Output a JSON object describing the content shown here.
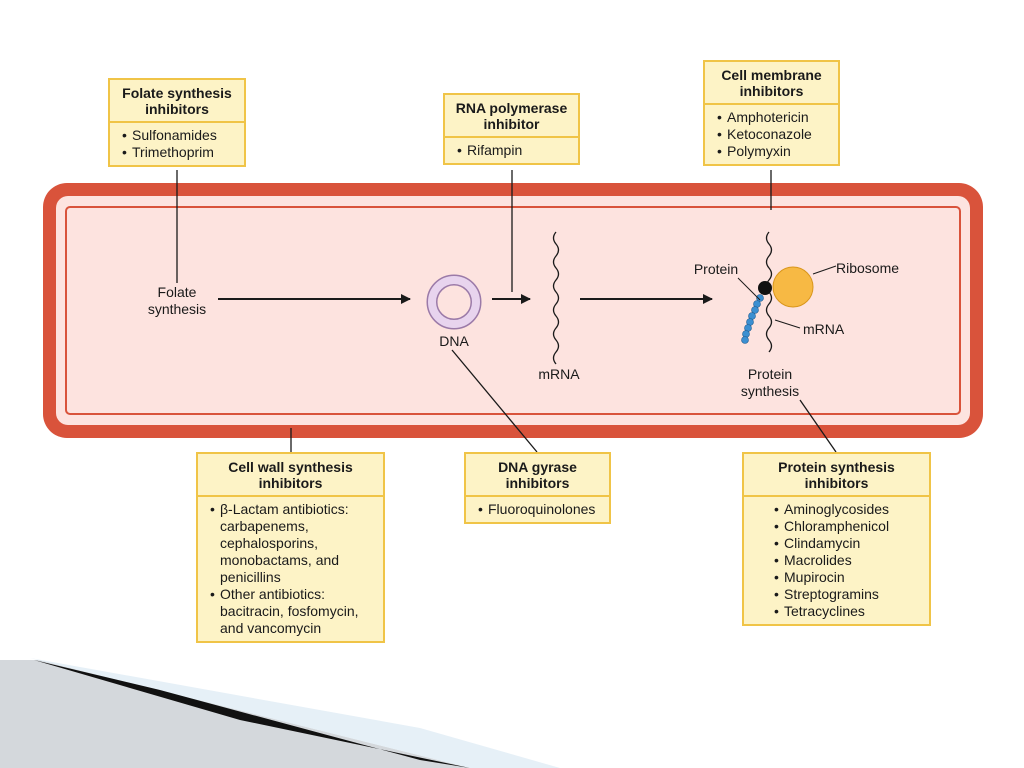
{
  "boxes": {
    "folate": {
      "title": [
        "Folate synthesis",
        "inhibitors"
      ],
      "items": [
        [
          "Sulfonamides"
        ],
        [
          "Trimethoprim"
        ]
      ]
    },
    "rna_pol": {
      "title": [
        "RNA polymerase",
        "inhibitor"
      ],
      "items": [
        [
          "Rifampin"
        ]
      ]
    },
    "membrane": {
      "title": [
        "Cell membrane",
        "inhibitors"
      ],
      "items": [
        [
          "Amphotericin"
        ],
        [
          "Ketoconazole"
        ],
        [
          "Polymyxin"
        ]
      ]
    },
    "cell_wall": {
      "title": [
        "Cell wall synthesis",
        "inhibitors"
      ],
      "items": [
        [
          "β-Lactam antibiotics:",
          "carbapenems,",
          "cephalosporins,",
          "monobactams, and",
          "penicillins"
        ],
        [
          "Other antibiotics:",
          "bacitracin, fosfomycin,",
          "and vancomycin"
        ]
      ]
    },
    "gyrase": {
      "title": [
        "DNA gyrase",
        "inhibitors"
      ],
      "items": [
        [
          "Fluoroquinolones"
        ]
      ]
    },
    "protein": {
      "title": [
        "Protein synthesis",
        "inhibitors"
      ],
      "items": [
        [
          "Aminoglycosides"
        ],
        [
          "Chloramphenicol"
        ],
        [
          "Clindamycin"
        ],
        [
          "Macrolides"
        ],
        [
          "Mupirocin"
        ],
        [
          "Streptogramins"
        ],
        [
          "Tetracyclines"
        ]
      ]
    }
  },
  "labels": {
    "folate_synthesis": [
      "Folate",
      "synthesis"
    ],
    "dna": "DNA",
    "mrna_center": "mRNA",
    "protein": "Protein",
    "ribosome": "Ribosome",
    "mrna_right": "mRNA",
    "protein_synthesis": [
      "Protein",
      "synthesis"
    ]
  },
  "colors": {
    "cell_wall": "#d9533b",
    "cell_interior": "#fde3df",
    "box_fill": "#fdf3c6",
    "box_border": "#f0c447",
    "ribosome": "#f7b944",
    "protein_beads": "#3b8fd1",
    "dna_ring": "#c9a6d3"
  }
}
